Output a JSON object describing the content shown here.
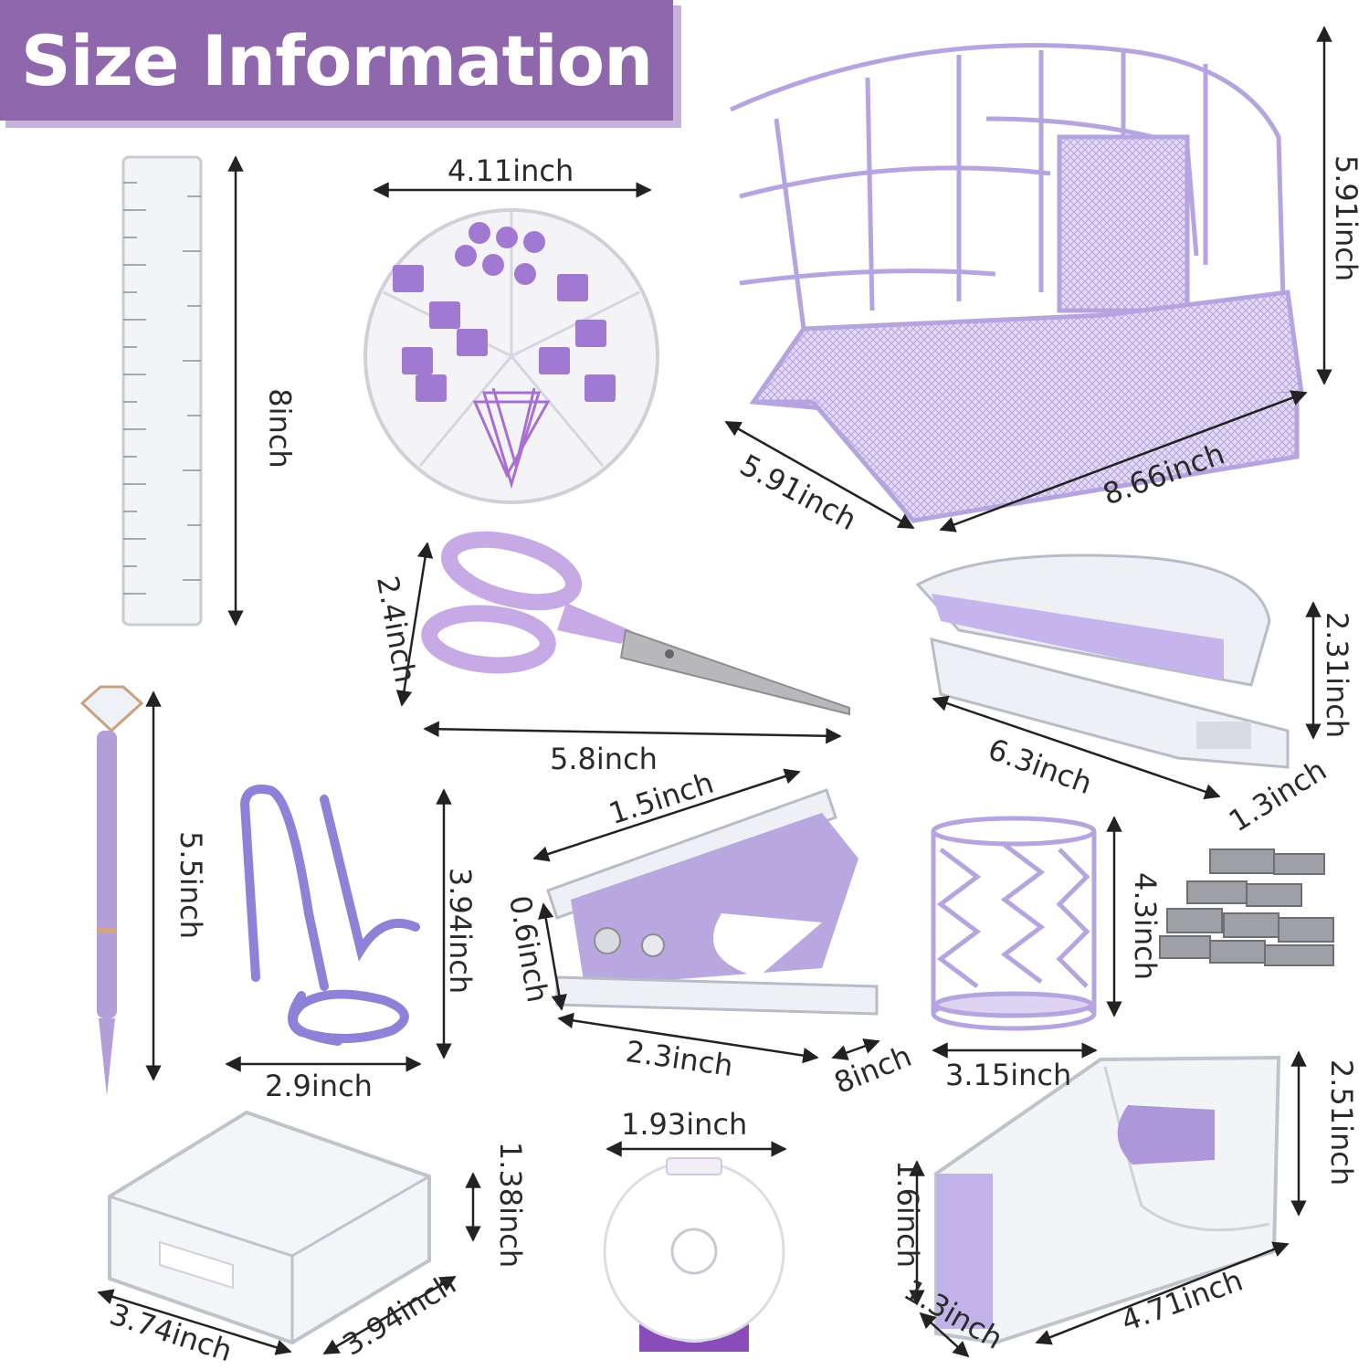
{
  "title": "Size Information",
  "accent_color": "#8e67ad",
  "product_color": "#b9a7e0",
  "items": [
    {
      "name": "desk organizer",
      "icon": "wire-desk-organizer",
      "dims": [
        "5.91inch",
        "5.91inch",
        "8.66inch"
      ]
    },
    {
      "name": "ruler",
      "icon": "clear-ruler",
      "dims": [
        "8inch"
      ]
    },
    {
      "name": "clip box",
      "icon": "round-clip-box",
      "dims": [
        "4.11inch"
      ]
    },
    {
      "name": "scissors",
      "icon": "purple-scissors",
      "dims": [
        "2.4inch",
        "5.8inch"
      ]
    },
    {
      "name": "stapler",
      "icon": "clear-stapler",
      "dims": [
        "2.31inch",
        "6.3inch",
        "1.3inch"
      ]
    },
    {
      "name": "pen",
      "icon": "diamond-pen",
      "dims": [
        "5.5inch"
      ]
    },
    {
      "name": "pen holder stand",
      "icon": "wire-pen-stand",
      "dims": [
        "3.94inch",
        "2.9inch"
      ]
    },
    {
      "name": "staple remover",
      "icon": "staple-remover",
      "dims": [
        "1.5inch",
        "0.6inch",
        "2.3inch",
        "8inch"
      ]
    },
    {
      "name": "pen cup",
      "icon": "wire-pen-cup",
      "dims": [
        "4.3inch",
        "3.15inch"
      ]
    },
    {
      "name": "staples",
      "icon": "staple-rows",
      "dims": []
    },
    {
      "name": "memo holder",
      "icon": "clear-memo-holder",
      "dims": [
        "1.38inch",
        "3.74inch",
        "3.94inch"
      ]
    },
    {
      "name": "tape measure",
      "icon": "round-tape-measure",
      "dims": [
        "1.93inch"
      ]
    },
    {
      "name": "tape dispenser",
      "icon": "clear-tape-dispenser",
      "dims": [
        "2.51inch",
        "1.6inch",
        "1.3inch",
        "4.71inch"
      ]
    }
  ]
}
